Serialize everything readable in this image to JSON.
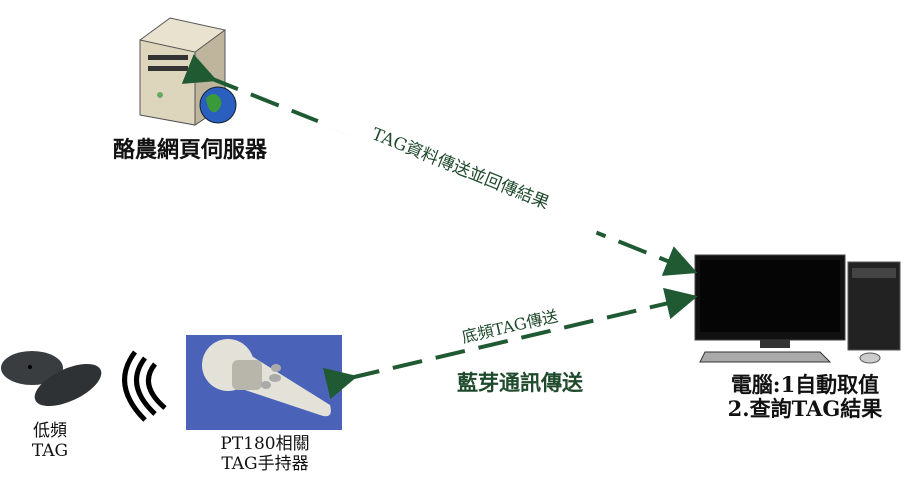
{
  "server": {
    "label": "酪農網頁伺服器"
  },
  "pc": {
    "line1": "電腦:1自動取值",
    "line2": "2.查詢TAG結果"
  },
  "handheld": {
    "line1": "PT180相關",
    "line2": "TAG手持器"
  },
  "tag": {
    "line1": "低頻",
    "line2": "TAG"
  },
  "arrows": {
    "top_label": "TAG資料傳送並回傳結果",
    "bottom_label": "底頻TAG傳送",
    "bluetooth_label": "藍芽通訊傳送"
  },
  "colors": {
    "arrow": "#1f5a32",
    "text_green": "#1f4a2c"
  }
}
